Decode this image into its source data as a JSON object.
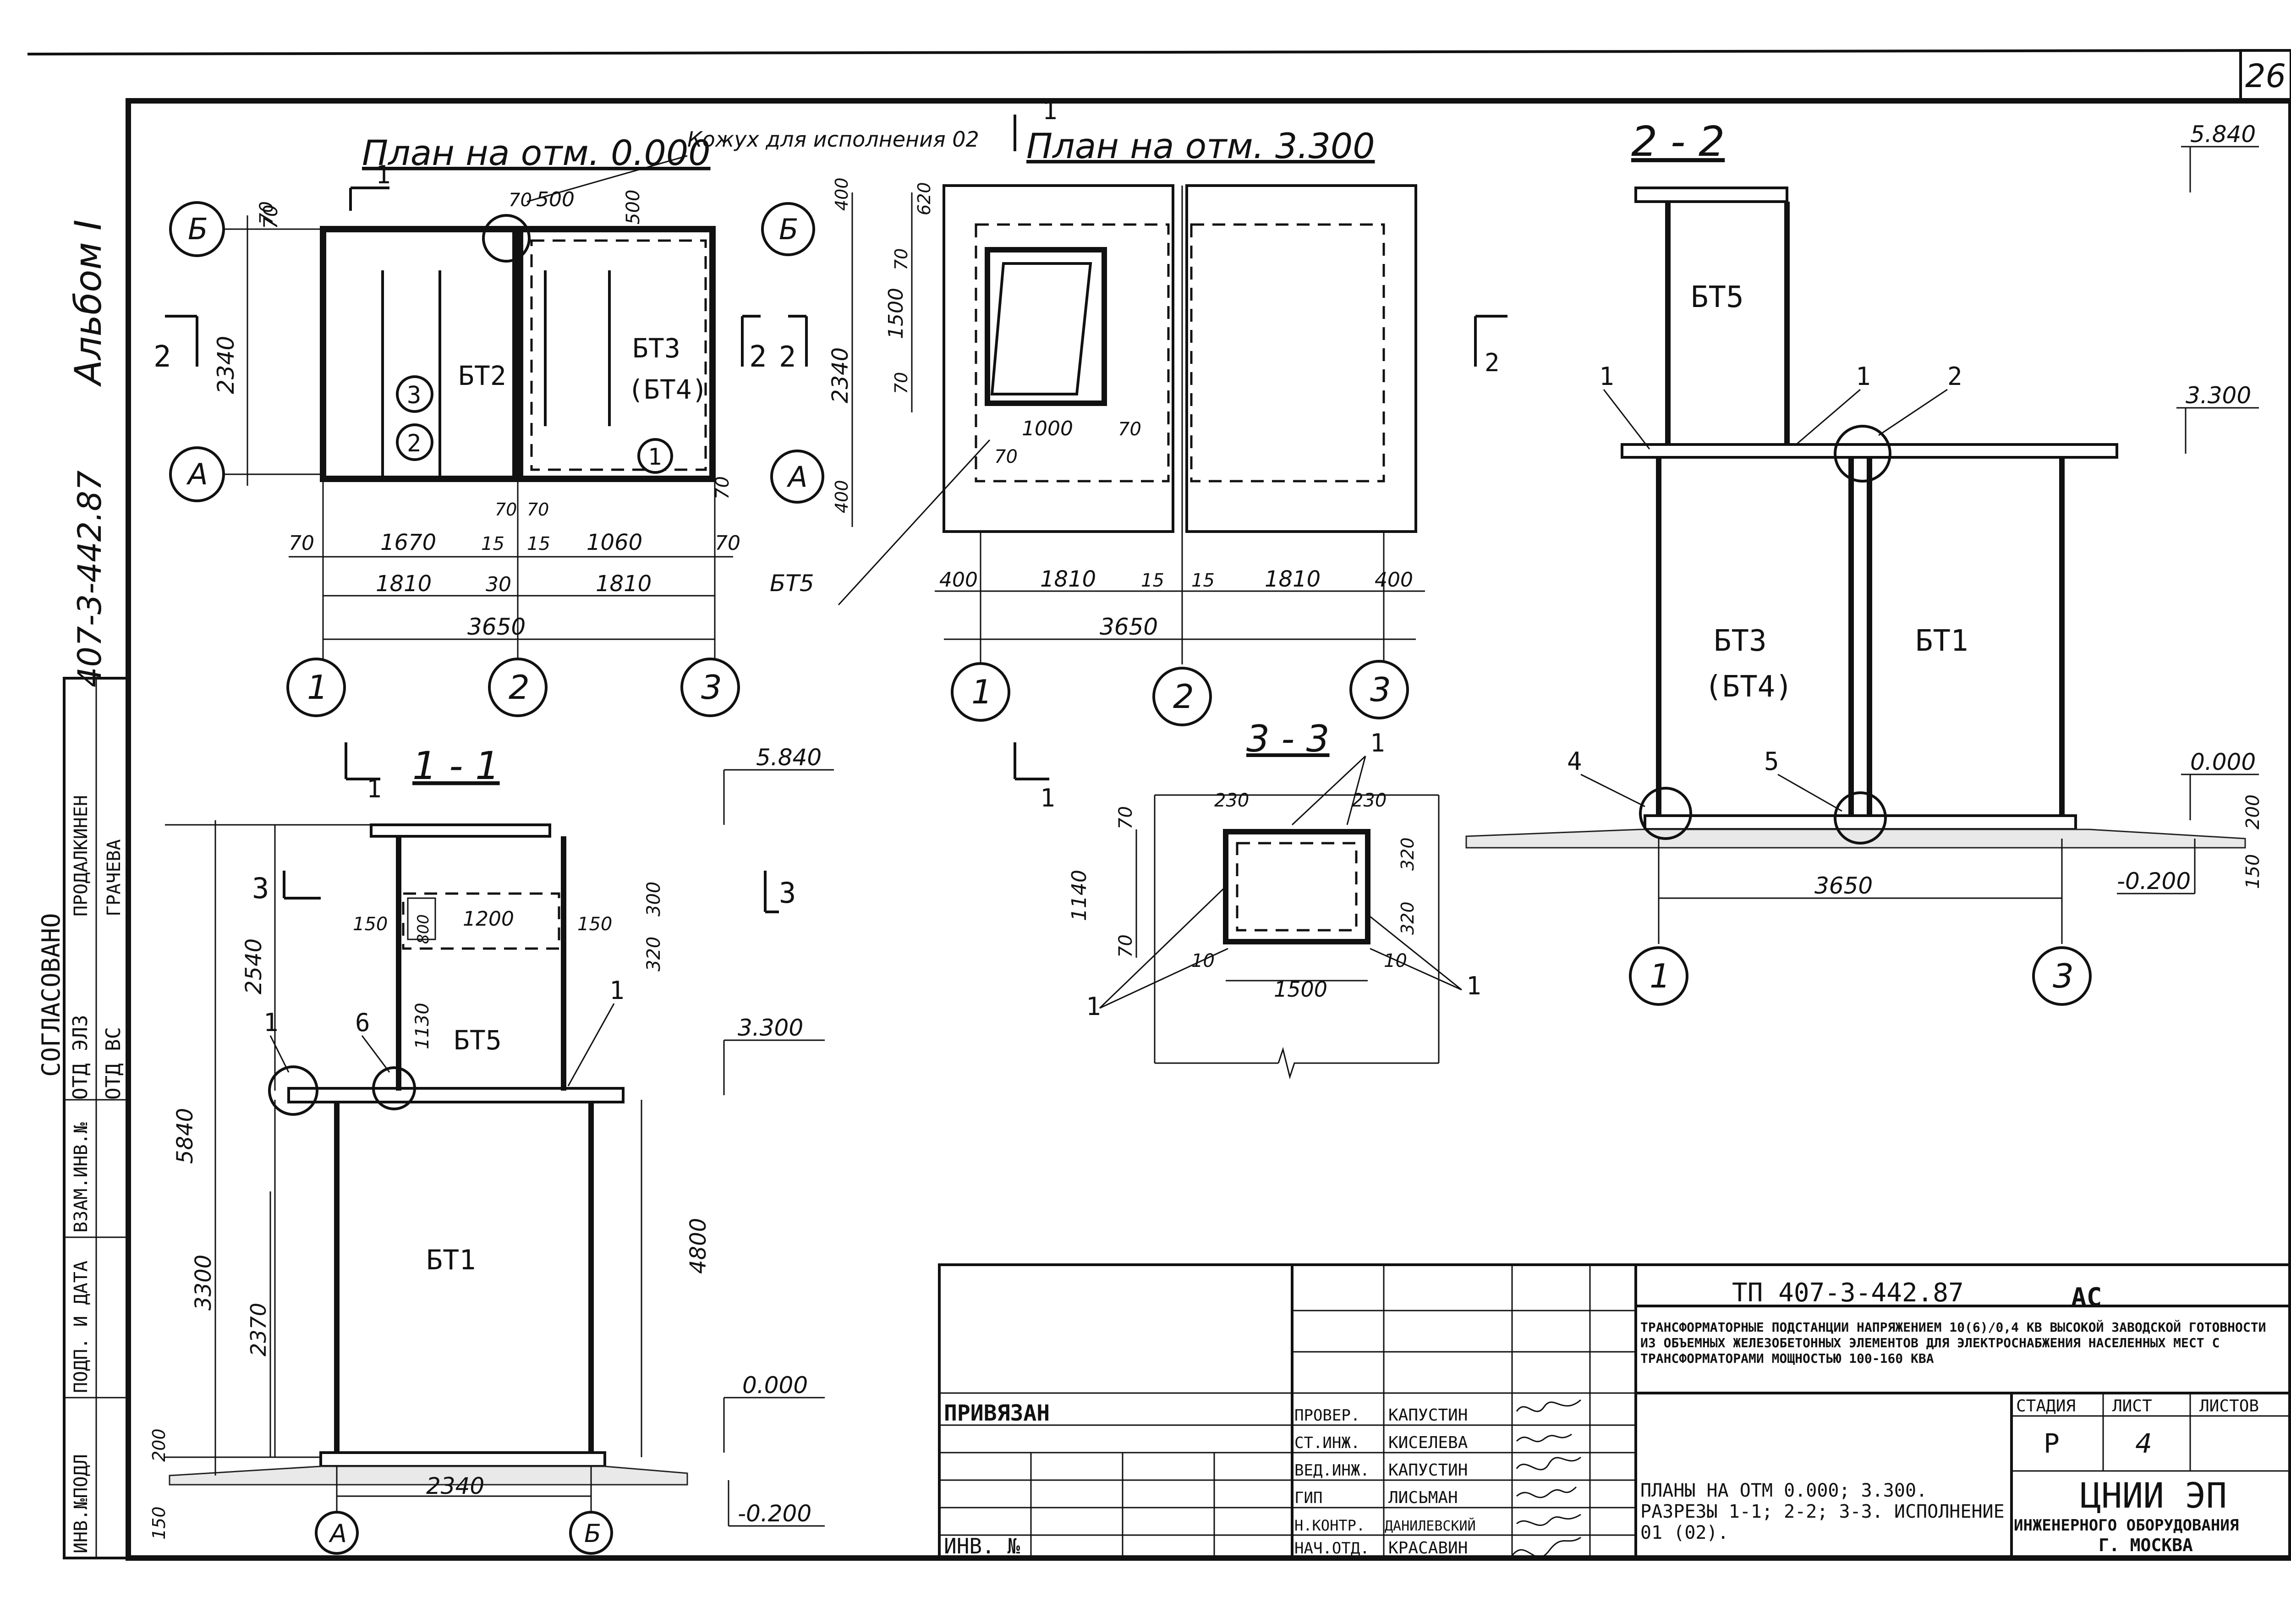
{
  "sheet": {
    "page_number": "26",
    "album_label": "Альбом I",
    "project_code_side": "407-3-442.87"
  },
  "approval_column": {
    "title": "СОГЛАСОВАНО",
    "rows": [
      "ОТД ЭЛЗ",
      "ОТД ВС",
      "ПРОДАЛКИНЕН",
      "ГРАЧЕВА"
    ],
    "stamp_cells": [
      "ИНВ.№ПОДЛ",
      "ПОДП. И ДАТА",
      "ВЗАМ.ИНВ.№"
    ]
  },
  "plan_0": {
    "title": "План на отм. 0.000",
    "note": "Кожух для исполнения 02",
    "blocks": [
      "БТ2",
      "БТ3",
      "(БТ4)"
    ],
    "markers": [
      "3",
      "2",
      "1"
    ],
    "axes_rows": [
      "Б",
      "А"
    ],
    "axes_cols": [
      "1",
      "2",
      "3"
    ],
    "section_marks": [
      "1",
      "2",
      "2"
    ],
    "dims_top": [
      "70",
      "70",
      "500",
      "500"
    ],
    "dims_left": [
      "70",
      "2340"
    ],
    "dims_bottom_1": [
      "70",
      "1670",
      "15",
      "70",
      "70",
      "15",
      "1060",
      "70"
    ],
    "dims_bottom_2": [
      "1810",
      "30",
      "1810"
    ],
    "dims_total": "3650",
    "dims_right": "70"
  },
  "plan_3300": {
    "title": "План на отм. 3.300",
    "section_mark": "1",
    "block_label": "БТ5",
    "axes_rows": [
      "Б",
      "А"
    ],
    "axes_cols": [
      "1",
      "2",
      "3"
    ],
    "dims_left": [
      "400",
      "620",
      "70",
      "1500",
      "70",
      "2340",
      "400"
    ],
    "dims_opening": [
      "1000",
      "70",
      "70"
    ],
    "dims_bottom": [
      "400",
      "1810",
      "15",
      "15",
      "1810",
      "400"
    ],
    "dims_total": "3650",
    "section_marks": [
      "2",
      "2"
    ]
  },
  "section_22": {
    "title": "2 - 2",
    "levels": [
      "5.840",
      "3.300",
      "0.000",
      "-0.200"
    ],
    "blocks": [
      "БТ5",
      "БТ3",
      "(БТ4)",
      "БТ1"
    ],
    "callouts": [
      "1",
      "1",
      "2",
      "4",
      "5"
    ],
    "dims": [
      "3650",
      "200",
      "150"
    ],
    "axes": [
      "1",
      "3"
    ]
  },
  "section_11": {
    "title": "1 - 1",
    "section_mark": "1",
    "levels": [
      "5.840",
      "3.300",
      "0.000",
      "-0.200"
    ],
    "blocks": [
      "БТ5",
      "БТ1"
    ],
    "callouts": [
      "1",
      "6",
      "1"
    ],
    "dims_left": [
      "5840",
      "2540",
      "3300",
      "2370",
      "200",
      "150"
    ],
    "dims_inner": [
      "150",
      "1200",
      "150",
      "800",
      "1130"
    ],
    "dims_right": [
      "320",
      "300",
      "4800"
    ],
    "dims_bottom": "2340",
    "axes": [
      "А",
      "Б"
    ],
    "section_marks": [
      "3",
      "3"
    ]
  },
  "section_33": {
    "title": "3 - 3",
    "section_mark": "1",
    "callouts": [
      "1",
      "1",
      "1"
    ],
    "dims": [
      "230",
      "230",
      "70",
      "1140",
      "70",
      "320",
      "320",
      "10",
      "1500",
      "10"
    ]
  },
  "title_block": {
    "doc_code": "ТП 407-3-442.87",
    "mark": "АС",
    "description": "ТРАНСФОРМАТОРНЫЕ ПОДСТАНЦИИ НАПРЯЖЕНИЕМ 10(6)/0,4 КВ ВЫСОКОЙ ЗАВОДСКОЙ ГОТОВНОСТИ ИЗ ОБЪЕМНЫХ ЖЕЛЕЗОБЕТОННЫХ ЭЛЕМЕНТОВ ДЛЯ ЭЛЕКТРОСНАБЖЕНИЯ НАСЕЛЕННЫХ МЕСТ С ТРАНСФОРМАТОРАМИ МОЩНОСТЬЮ 100-160 КВА",
    "sheet_name": "ПЛАНЫ НА ОТМ 0.000; 3.300. РАЗРЕЗЫ 1-1; 2-2; 3-3. ИСПОЛНЕНИЕ 01 (02).",
    "stage_label": "СТАДИЯ",
    "sheet_label": "ЛИСТ",
    "sheets_label": "ЛИСТОВ",
    "stage": "Р",
    "sheet": "4",
    "sheets": "",
    "org_name": "ЦНИИ ЭП",
    "org_sub": "ИНЖЕНЕРНОГО ОБОРУДОВАНИЯ",
    "org_city": "Г. МОСКВА",
    "bound_label": "ПРИВЯЗАН",
    "inv_label": "ИНВ. №",
    "signers": [
      {
        "role": "ПРОВЕР.",
        "name": "КАПУСТИН"
      },
      {
        "role": "СТ.ИНЖ.",
        "name": "КИСЕЛЕВА"
      },
      {
        "role": "ВЕД.ИНЖ.",
        "name": "КАПУСТИН"
      },
      {
        "role": "ГИП",
        "name": "ЛИСЬМАН"
      },
      {
        "role": "Н.КОНТР.",
        "name": "ДАНИЛЕВСКИЙ"
      },
      {
        "role": "НАЧ.ОТД.",
        "name": "КРАСАВИН"
      }
    ]
  }
}
